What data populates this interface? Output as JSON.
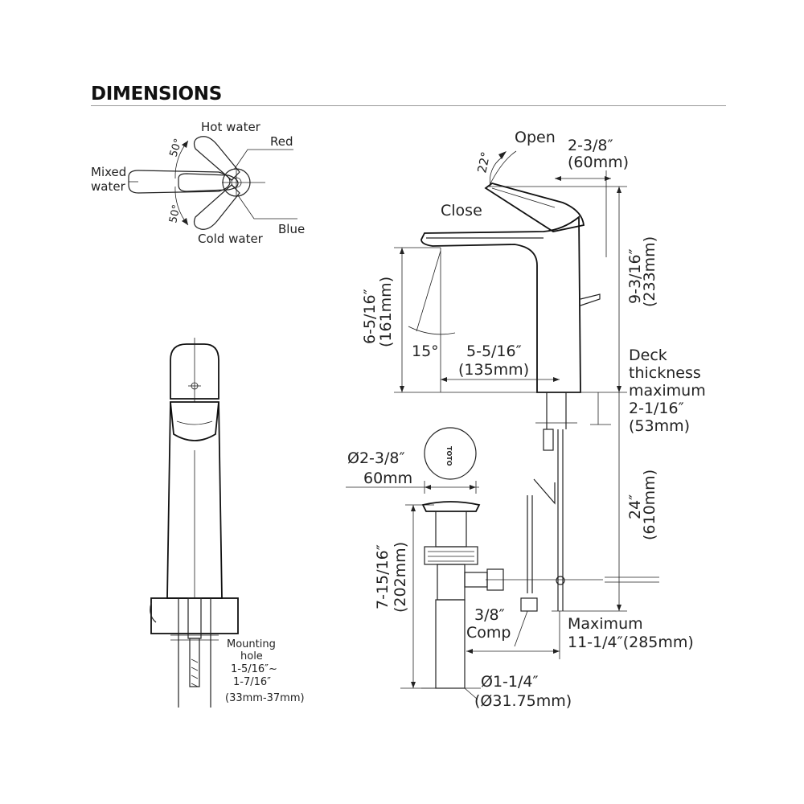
{
  "heading": {
    "title": "DIMENSIONS"
  },
  "handle_diagram": {
    "hot_water": "Hot water",
    "red": "Red",
    "mixed_line1": "Mixed",
    "mixed_line2": "water",
    "blue": "Blue",
    "cold_water": "Cold water",
    "angle_top": "50°",
    "angle_bottom": "50°"
  },
  "front_view": {
    "mounting_line1": "Mounting",
    "mounting_line2": "hole",
    "mounting_line3": "1-5/16″~",
    "mounting_line4": "1-7/16″",
    "mounting_line5": "(33mm-37mm)"
  },
  "side_view": {
    "open": "Open",
    "close": "Close",
    "angle_lever": "22°",
    "handle_depth_in": "2-3/8″",
    "handle_depth_mm": "(60mm)",
    "total_height_in": "9-3/16″",
    "total_height_mm": "(233mm)",
    "spout_height_in": "6-5/16″",
    "spout_height_mm": "(161mm)",
    "angle_spout": "15°",
    "reach_in": "5-5/16″",
    "reach_mm": "(135mm)",
    "deck_line1": "Deck",
    "deck_line2": "thickness",
    "deck_line3": "maximum",
    "deck_in": "2-1/16″",
    "deck_mm": "(53mm)",
    "supply_in": "24″",
    "supply_mm": "(610mm)",
    "drain_cap_in": "Ø2-3/8″",
    "drain_cap_mm": "60mm",
    "drain_height_in": "7-15/16″",
    "drain_height_mm": "(202mm)",
    "comp_size": "3/8″",
    "comp_label": "Comp",
    "max_line1": "Maximum",
    "max_line2": "11-1/4″(285mm)",
    "tail_in": "Ø1-1/4″",
    "tail_mm": "(Ø31.75mm)",
    "cap_logo": "TOTO"
  }
}
